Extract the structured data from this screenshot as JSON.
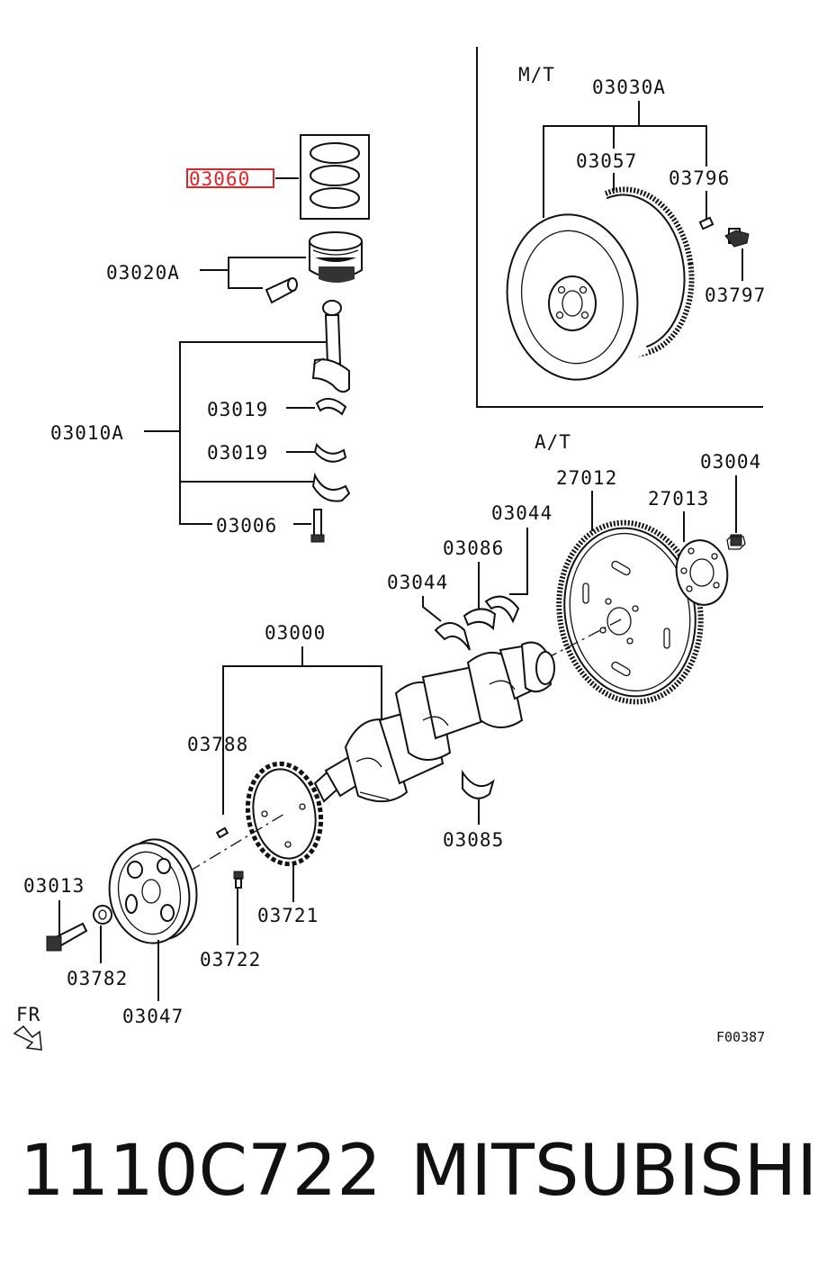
{
  "labels": {
    "mt": "M/T",
    "at": "A/T",
    "fr": "FR",
    "figure_code": "F00387",
    "p03030A": "03030A",
    "p03057": "03057",
    "p03796": "03796",
    "p03797": "03797",
    "p03060": "03060",
    "p03020A": "03020A",
    "p03010A": "03010A",
    "p03019a": "03019",
    "p03019b": "03019",
    "p03006": "03006",
    "p27012": "27012",
    "p03004": "03004",
    "p27013": "27013",
    "p03044a": "03044",
    "p03044b": "03044",
    "p03086": "03086",
    "p03000": "03000",
    "p03788": "03788",
    "p03085": "03085",
    "p03013": "03013",
    "p03721": "03721",
    "p03782": "03782",
    "p03722": "03722",
    "p03047": "03047"
  },
  "caption": {
    "part_number": "1110C722",
    "brand": "MITSUBISHI"
  },
  "highlight_color": "#d9262c"
}
